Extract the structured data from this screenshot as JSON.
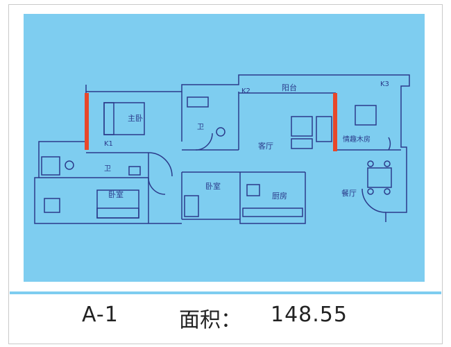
{
  "plan": {
    "unit_code": "A-1",
    "area_label": "面积：",
    "area_value": "148.55",
    "rooms": {
      "master_bedroom": "主卧",
      "balcony": "阳台",
      "living_room": "客厅",
      "flex_room": "情趣木房",
      "bedroom_left": "卧室",
      "bedroom_mid": "卧室",
      "kitchen": "厨房",
      "dining_room": "餐厅",
      "toilet_1": "卫",
      "toilet_2": "卫"
    },
    "ac_markers": {
      "k1": "K1",
      "k2": "K2",
      "k3": "K3"
    }
  },
  "colors": {
    "background_blue": "#7ecdf0",
    "wall": "#2b3a8a",
    "accent_wall": "#e8472a"
  }
}
